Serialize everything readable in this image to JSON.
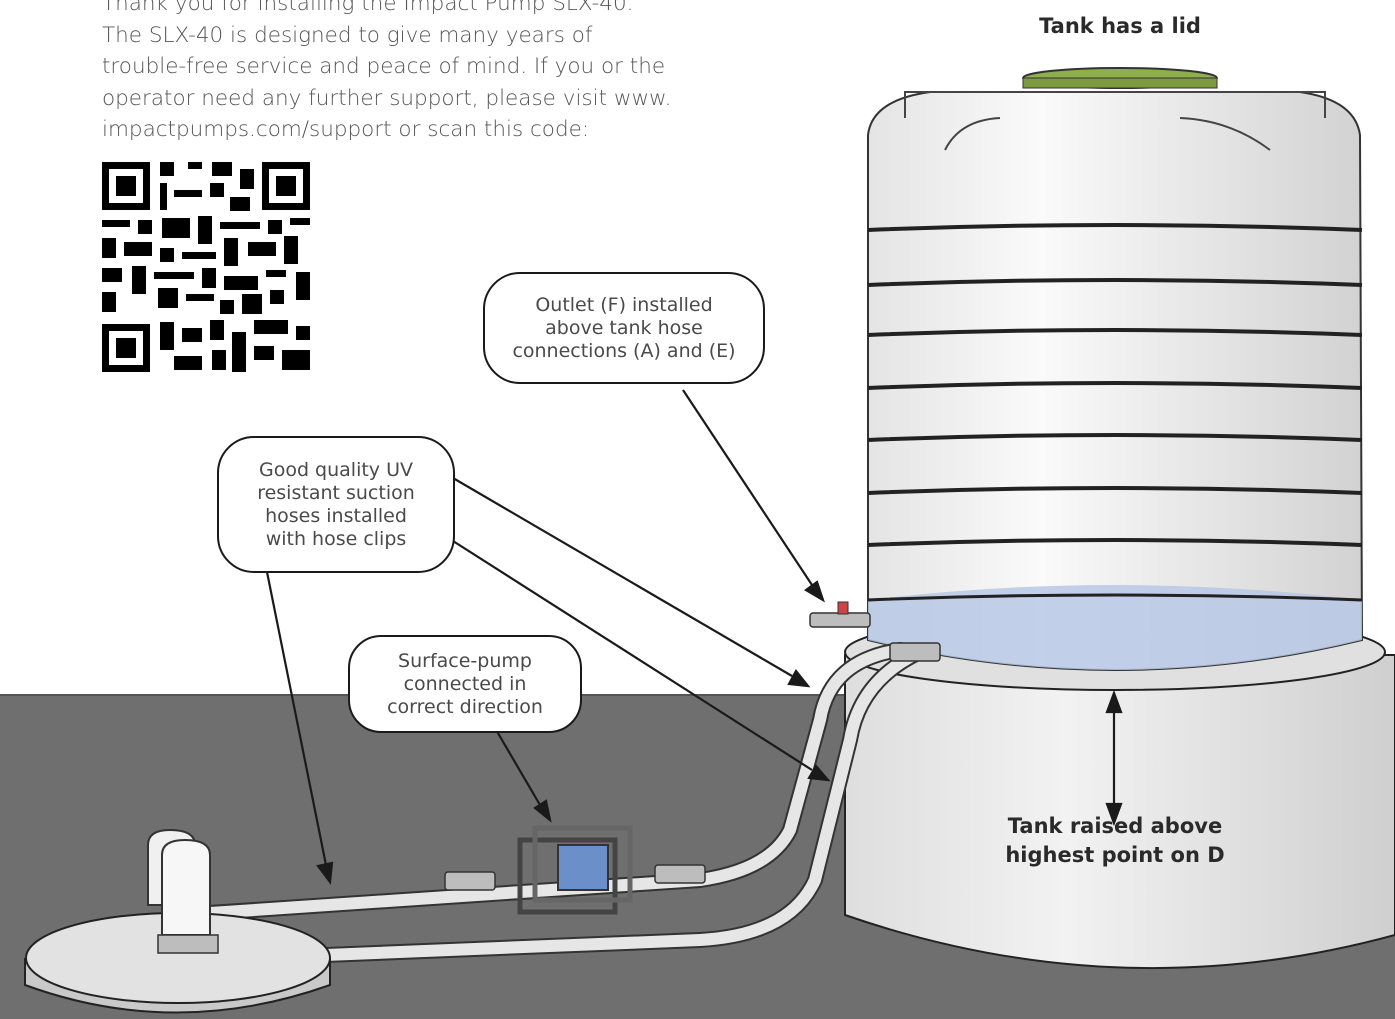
{
  "intro_text": "Thank you for installing the Impact Pump SLX-40.\nThe SLX-40 is designed to give many years of\ntrouble-free service and peace of mind. If you or the\noperator need any further support, please visit www.\nimpactpumps.com/support or scan this code:",
  "qr_code": {
    "icon": "qr-code-icon"
  },
  "callouts": {
    "outlet": "Outlet (F) installed\nabove tank hose\nconnections (A) and (E)",
    "hoses": "Good quality UV\nresistant suction\nhoses installed\nwith hose clips",
    "pump": "Surface-pump\nconnected in\ncorrect direction"
  },
  "labels": {
    "lid": "Tank has a lid",
    "raised": "Tank raised above\nhighest point on D"
  },
  "colors": {
    "ground": "#6f6f6f",
    "lid": "#8fae4c",
    "water": "#b9c8e6",
    "pump": "#6b8fc9"
  }
}
